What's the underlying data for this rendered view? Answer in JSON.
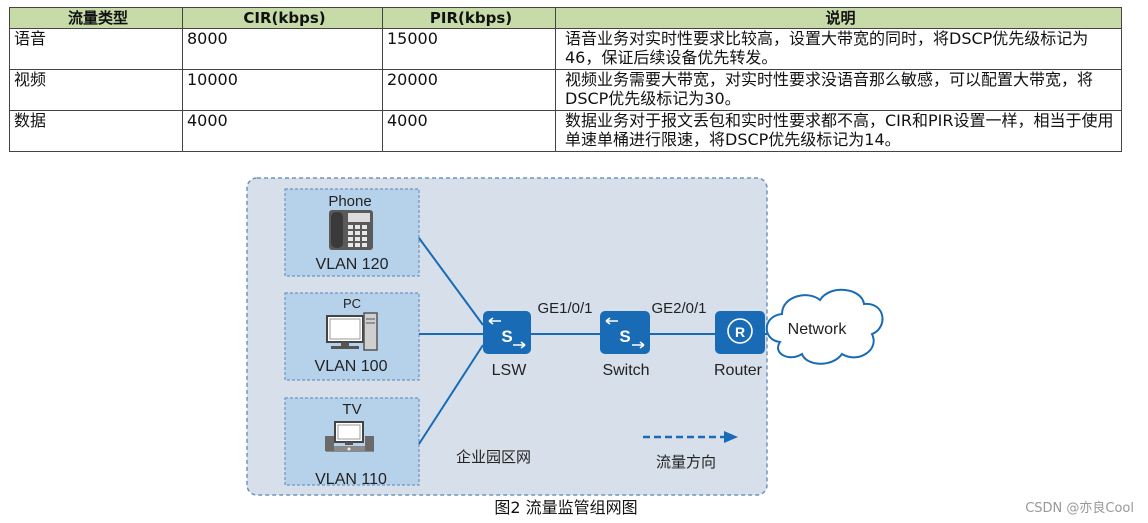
{
  "table": {
    "headers": [
      "流量类型",
      "CIR(kbps)",
      "PIR(kbps)",
      "说明"
    ],
    "rows": [
      {
        "type": "语音",
        "cir": "8000",
        "pir": "15000",
        "desc": "语音业务对实时性要求比较高，设置大带宽的同时，将DSCP优先级标记为46，保证后续设备优先转发。"
      },
      {
        "type": "视频",
        "cir": "10000",
        "pir": "20000",
        "desc": "视频业务需要大带宽，对实时性要求没语音那么敏感，可以配置大带宽，将DSCP优先级标记为30。"
      },
      {
        "type": "数据",
        "cir": "4000",
        "pir": "4000",
        "desc": "数据业务对于报文丢包和实时性要求都不高，CIR和PIR设置一样，相当于使用单速单桶进行限速，将DSCP优先级标记为14。"
      }
    ]
  },
  "diagram": {
    "devices": {
      "phone": {
        "name": "Phone",
        "vlan": "VLAN 120"
      },
      "pc": {
        "name": "PC",
        "vlan": "VLAN 100"
      },
      "tv": {
        "name": "TV",
        "vlan": "VLAN 110"
      }
    },
    "lsw_label": "LSW",
    "switch_label": "Switch",
    "router_label": "Router",
    "port1": "GE1/0/1",
    "port2": "GE2/0/1",
    "network_label": "Network",
    "campus_label": "企业园区网",
    "flow_label": "流量方向",
    "colors": {
      "device_blue": "#1a6bb5",
      "area_fill": "#d7e0ea",
      "vlan_fill": "#b6d1ea",
      "table_header": "#c7dba9"
    }
  },
  "caption": "图2 流量监管组网图",
  "watermark": "CSDN @亦良Cool"
}
